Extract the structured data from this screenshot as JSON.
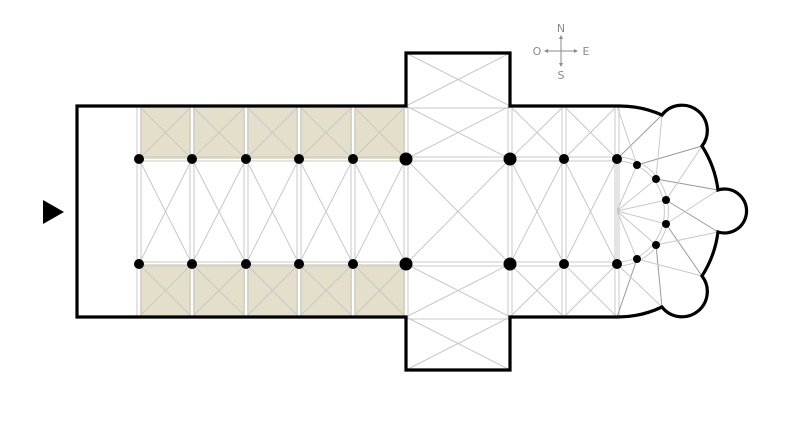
{
  "compass": {
    "north": "N",
    "south": "S",
    "west": "O",
    "east": "E"
  },
  "colors": {
    "wall": "#000000",
    "shaded_bay": "#e3dfcb",
    "vault_line": "#c8c8c8",
    "compass": "#8a8a8a"
  },
  "plan": {
    "entrance_marker": "entrance-arrow",
    "nave_bays": 5
  }
}
